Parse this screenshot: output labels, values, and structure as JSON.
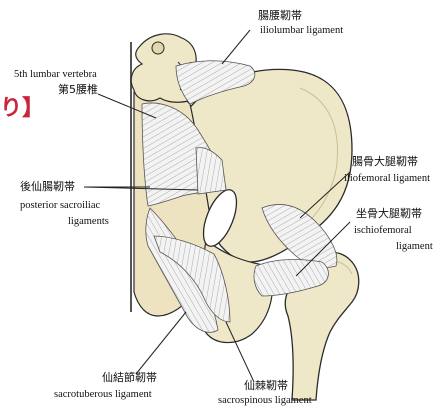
{
  "fragment_text": "り】",
  "labels": {
    "iliolumbar": {
      "jp": "腸腰靭帯",
      "en": "iliolumbar ligament"
    },
    "l5": {
      "en": "5th lumbar vertebra",
      "jp": "第5腰椎"
    },
    "posterior_sacroiliac": {
      "jp": "後仙腸靭帯",
      "en1": "posterior sacroiliac",
      "en2": "ligaments"
    },
    "iliofemoral": {
      "jp": "腸骨大腿靭帯",
      "en": "iliofemoral ligament"
    },
    "ischiofemoral": {
      "jp": "坐骨大腿靭帯",
      "en1": "ischiofemoral",
      "en2": "ligament"
    },
    "sacrotuberous": {
      "jp": "仙結節靭帯",
      "en": "sacrotuberous ligament"
    },
    "sacrospinous": {
      "jp": "仙棘靭帯",
      "en": "sacrospinous ligament"
    }
  },
  "colors": {
    "bone": "#efe8c8",
    "ligament": "#f1f1f1",
    "outline": "#2a2a2a",
    "accent": "#c8253b"
  }
}
